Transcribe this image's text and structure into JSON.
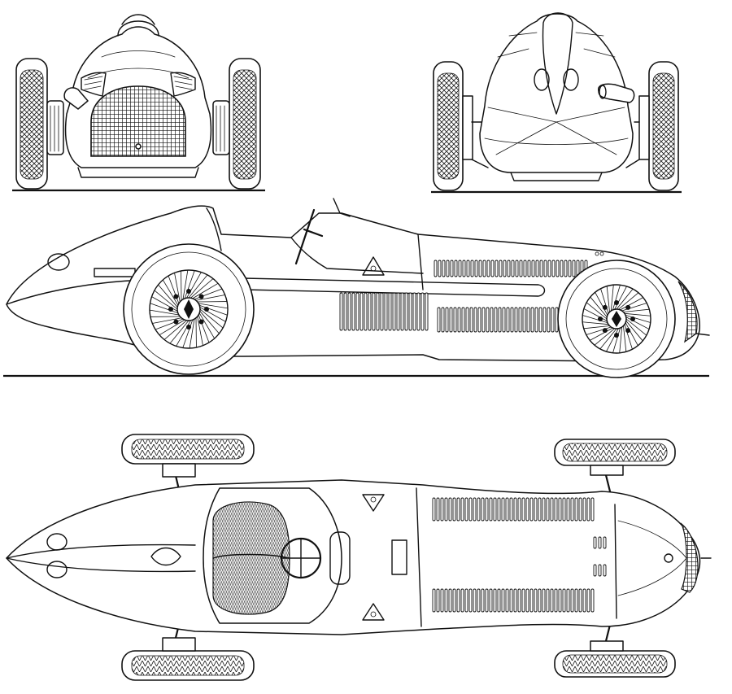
{
  "drawing": {
    "subject": "",
    "ink_color": "#111111",
    "paper_color": "#ffffff",
    "views": [
      {
        "id": "front",
        "label": ""
      },
      {
        "id": "rear",
        "label": ""
      },
      {
        "id": "side",
        "label": ""
      },
      {
        "id": "top",
        "label": ""
      }
    ]
  }
}
